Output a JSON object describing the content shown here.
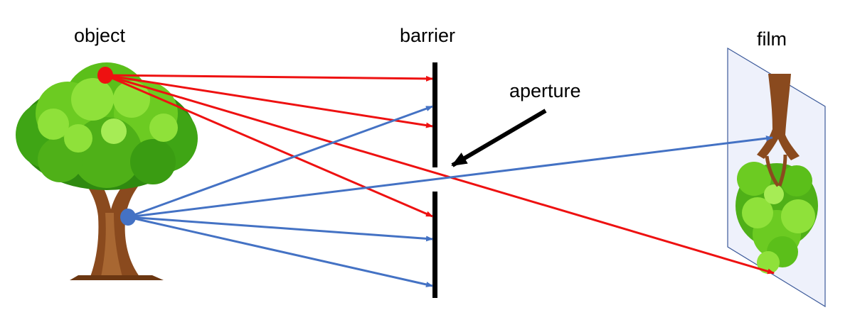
{
  "labels": {
    "object": "object",
    "barrier": "barrier",
    "aperture": "aperture",
    "film": "film"
  },
  "colors": {
    "red_ray": "#ee1111",
    "blue_ray": "#4472c4",
    "barrier": "#000000",
    "film_fill": "#eef1fb",
    "film_edge": "#3c5a9a",
    "leaf_dark": "#2f8a10",
    "leaf_mid": "#5bbf1a",
    "leaf_light": "#8fe13a",
    "trunk": "#8a4a1e",
    "trunk_light": "#b5733a"
  },
  "icons": {
    "object": "tree-icon",
    "film_image": "inverted-tree-icon"
  }
}
